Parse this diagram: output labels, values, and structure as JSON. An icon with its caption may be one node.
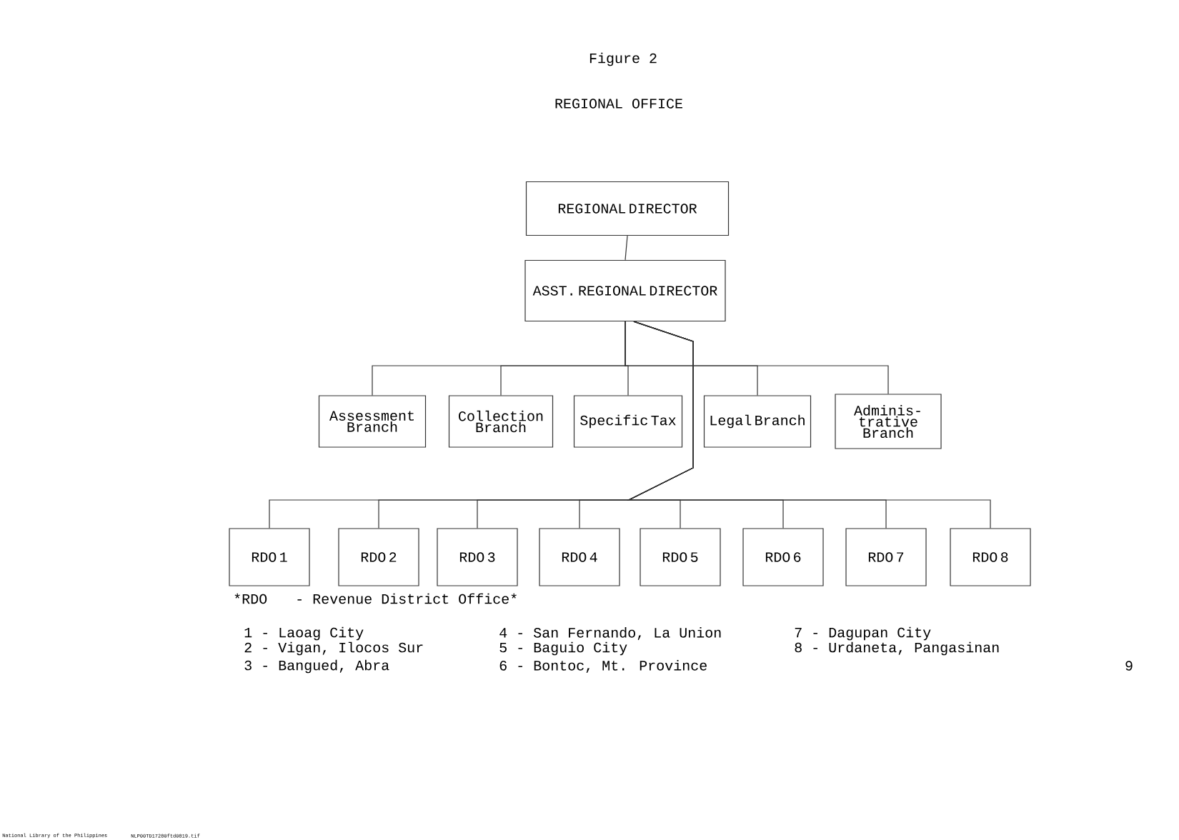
{
  "diagram": {
    "title": "Figure 2",
    "nodes": [
      {
        "text": [
          "REGIONAL DIRECTOR"
        ]
      },
      {
        "text": [
          "ASST. REGIONAL DIRECTOR"
        ]
      },
      {
        "text": [
          "Assessment Branch"
        ]
      },
      {
        "text": [
          "Collection Branch"
        ]
      },
      {
        "text": [
          "Specific Tax"
        ]
      },
      {
        "text": [
          "Legal Branch"
        ]
      },
      {
        "text": [
          "Adminis- trative Branch"
        ]
      },
      {
        "text": [
          "RDO 1"
        ]
      },
      {
        "text": [
          "RDO 2"
        ]
      },
      {
        "text": [
          "RDO 3"
        ]
      },
      {
        "text": [
          "RDO 4"
        ]
      },
      {
        "text": [
          "RDO 5"
        ]
      },
      {
        "text": [
          "RDO 6"
        ]
      },
      {
        "text": [
          "RDO 7"
        ]
      },
      {
        "text": [
          "RDO 8"
        ]
      }
    ],
    "edges": [
      {
        "from": 0,
        "to": 1,
        "arrow": "none"
      },
      {
        "from": 1,
        "to": 2,
        "arrow": "none"
      },
      {
        "from": 1,
        "to": 3,
        "arrow": "none"
      },
      {
        "from": 1,
        "to": 4,
        "arrow": "none"
      },
      {
        "from": 1,
        "to": 5,
        "arrow": "none"
      },
      {
        "from": 1,
        "to": 6,
        "arrow": "none"
      },
      {
        "from": 1,
        "to": 7,
        "arrow": "none"
      },
      {
        "from": 1,
        "to": 8,
        "arrow": "none"
      },
      {
        "from": 1,
        "to": 9,
        "arrow": "none"
      },
      {
        "from": 1,
        "to": 10,
        "arrow": "none"
      },
      {
        "from": 1,
        "to": 11,
        "arrow": "none"
      },
      {
        "from": 1,
        "to": 12,
        "arrow": "none"
      },
      {
        "from": 1,
        "to": 13,
        "arrow": "none"
      },
      {
        "from": 1,
        "to": 14,
        "arrow": "none"
      }
    ],
    "labels": [
      "REGIONAL OFFICE",
      "*RDO",
      "- Revenue District Office*",
      "1 - Laoag City",
      "2 - Vigan, Ilocos Sur",
      "3 - Bangued, Abra",
      "4 - San Fernando, La Union",
      "5 - Baguio City",
      "6 - Bontoc, Mt. Province",
      "7 - Dagupan City",
      "8 - Urdaneta, Pangasinan",
      "9",
      "National Library of the Philippines",
      "NLP00TD17280ftd0819.tif"
    ]
  }
}
